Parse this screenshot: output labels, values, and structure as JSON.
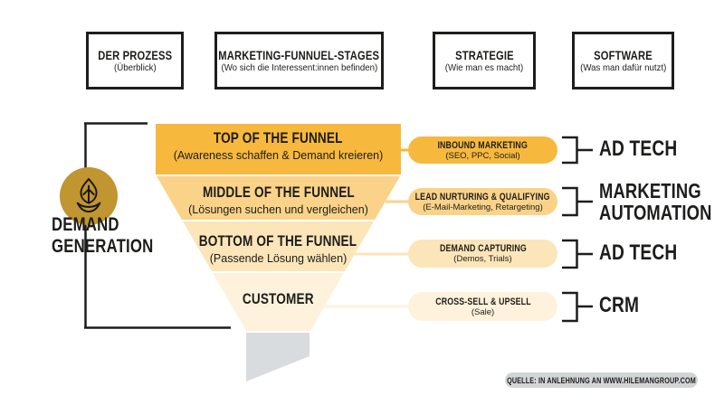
{
  "headers": [
    {
      "title": "DER PROZESS",
      "subtitle": "(Überblick)"
    },
    {
      "title": "MARKETING-FUNNUEL-STAGES",
      "subtitle": "(Wo sich die Interessent:innen befinden)"
    },
    {
      "title": "STRATEGIE",
      "subtitle": "(Wie man es macht)"
    },
    {
      "title": "SOFTWARE",
      "subtitle": "(Was man dafür nutzt)"
    }
  ],
  "process": {
    "icon": "seed-sprout-icon",
    "icon_bg": "#C1952F",
    "label_line1": "DEMAND",
    "label_line2": "GENERATION"
  },
  "funnel": {
    "stages": [
      {
        "title": "TOP OF THE FUNNEL",
        "subtitle": "(Awareness schaffen & Demand kreieren)",
        "color": "#F7B83E"
      },
      {
        "title": "MIDDLE OF THE FUNNEL",
        "subtitle": "(Lösungen suchen und vergleichen)",
        "color": "#FAD389"
      },
      {
        "title": "BOTTOM OF THE FUNNEL",
        "subtitle": "(Passende Lösung wählen)",
        "color": "#FCE5B8"
      },
      {
        "title": "CUSTOMER",
        "subtitle": "",
        "color": "#FEF2DC"
      }
    ],
    "spout_color": "#D9DCDE"
  },
  "strategies": [
    {
      "title": "INBOUND MARKETING",
      "subtitle": "(SEO, PPC, Social)"
    },
    {
      "title": "LEAD NURTURING & QUALIFYING",
      "subtitle": "(E-Mail-Marketing, Retargeting)"
    },
    {
      "title": "DEMAND CAPTURING",
      "subtitle": "(Demos, Trials)"
    },
    {
      "title": "CROSS-SELL & UPSELL",
      "subtitle": "(Sale)"
    }
  ],
  "software": [
    {
      "lines": [
        "AD TECH"
      ]
    },
    {
      "lines": [
        "MARKETING",
        "AUTOMATION"
      ]
    },
    {
      "lines": [
        "AD TECH"
      ]
    },
    {
      "lines": [
        "CRM"
      ]
    }
  ],
  "source": {
    "label": "QUELLE: IN ANLEHNUNG AN WWW.HILEMANGROUP.COM",
    "bg": "#D2D5D6"
  }
}
